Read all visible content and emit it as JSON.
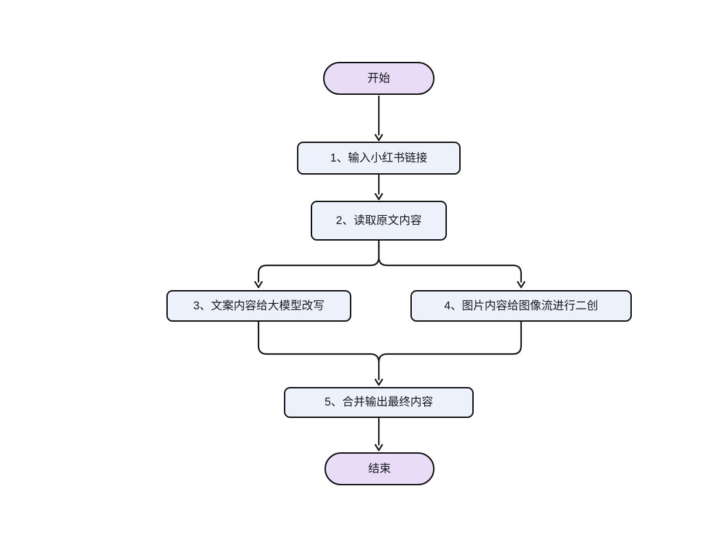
{
  "diagram": {
    "type": "flowchart",
    "direction": "top-down",
    "colors": {
      "background": "#ffffff",
      "terminal_fill": "#e8dcf7",
      "process_fill": "#edf1fb",
      "border": "#0d0d0d",
      "line": "#1a1a1a",
      "text": "#16161d"
    },
    "nodes": [
      {
        "id": "start",
        "type": "terminal",
        "label": "开始"
      },
      {
        "id": "step1",
        "type": "process",
        "label": "1、输入小红书链接"
      },
      {
        "id": "step2",
        "type": "process",
        "label": "2、读取原文内容"
      },
      {
        "id": "step3",
        "type": "process",
        "label": "3、文案内容给大模型改写"
      },
      {
        "id": "step4",
        "type": "process",
        "label": "4、图片内容给图像流进行二创"
      },
      {
        "id": "step5",
        "type": "process",
        "label": "5、合并输出最终内容"
      },
      {
        "id": "end",
        "type": "terminal",
        "label": "结束"
      }
    ],
    "edges": [
      {
        "from": "start",
        "to": "step1"
      },
      {
        "from": "step1",
        "to": "step2"
      },
      {
        "from": "step2",
        "to": "step3"
      },
      {
        "from": "step2",
        "to": "step4"
      },
      {
        "from": "step3",
        "to": "step5"
      },
      {
        "from": "step4",
        "to": "step5"
      },
      {
        "from": "step5",
        "to": "end"
      }
    ]
  }
}
